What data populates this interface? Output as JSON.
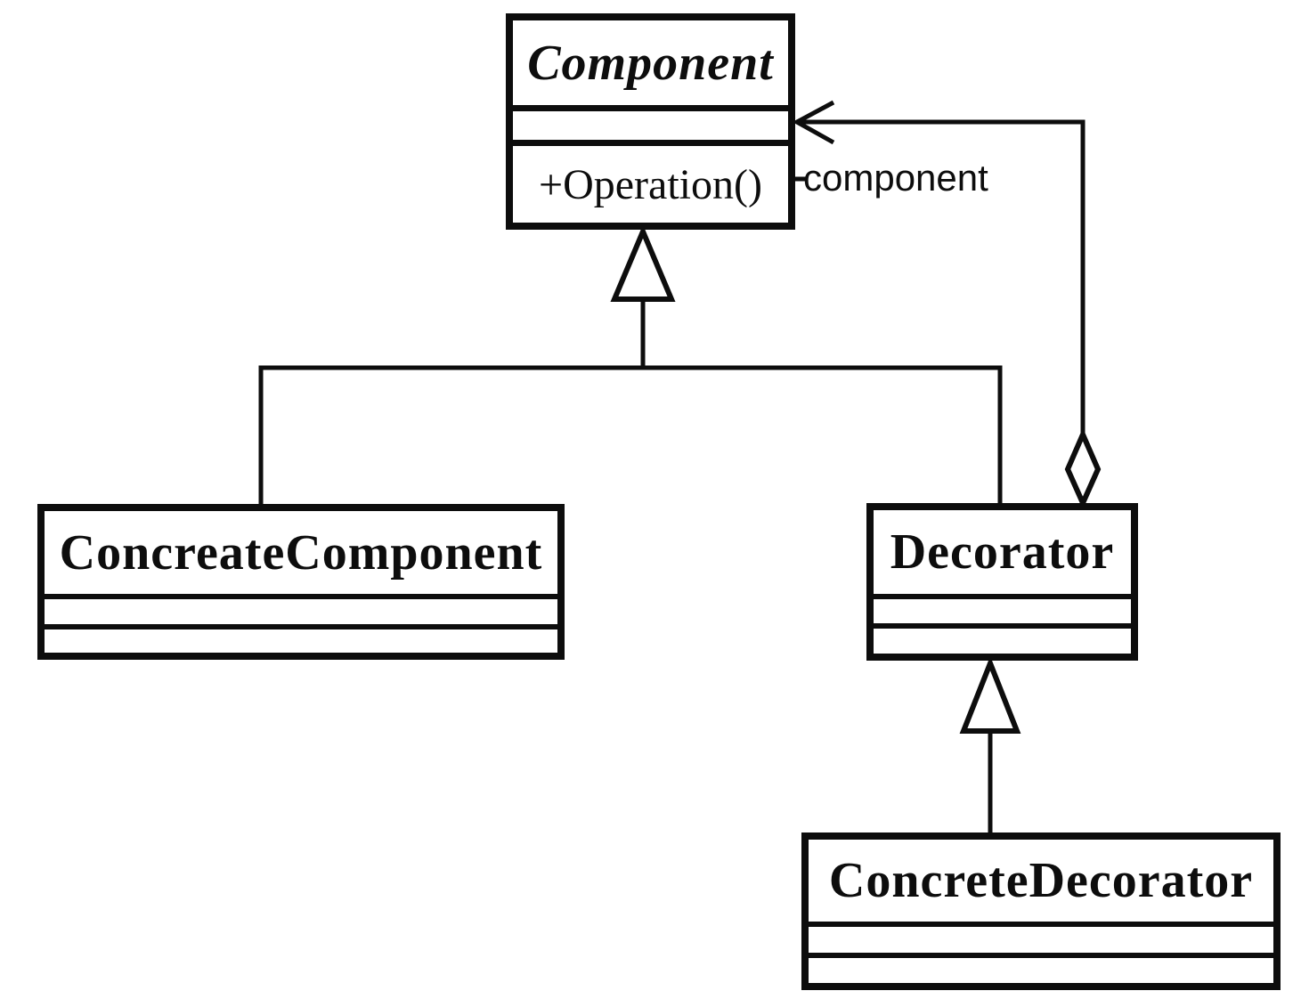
{
  "colors": {
    "line": "#0d0d0d",
    "background": "#ffffff"
  },
  "classes": {
    "component": {
      "name": "Component",
      "methods": [
        "+Operation()"
      ]
    },
    "concreate_component": {
      "name": "ConcreateComponent"
    },
    "decorator": {
      "name": "Decorator"
    },
    "concrete_decorator": {
      "name": "ConcreteDecorator"
    }
  },
  "labels": {
    "association_role": "component"
  },
  "relationships": [
    {
      "type": "generalization",
      "from": "ConcreateComponent",
      "to": "Component"
    },
    {
      "type": "generalization",
      "from": "Decorator",
      "to": "Component"
    },
    {
      "type": "generalization",
      "from": "ConcreteDecorator",
      "to": "Decorator"
    },
    {
      "type": "aggregation",
      "from": "Decorator",
      "to": "Component",
      "label": "component"
    }
  ]
}
